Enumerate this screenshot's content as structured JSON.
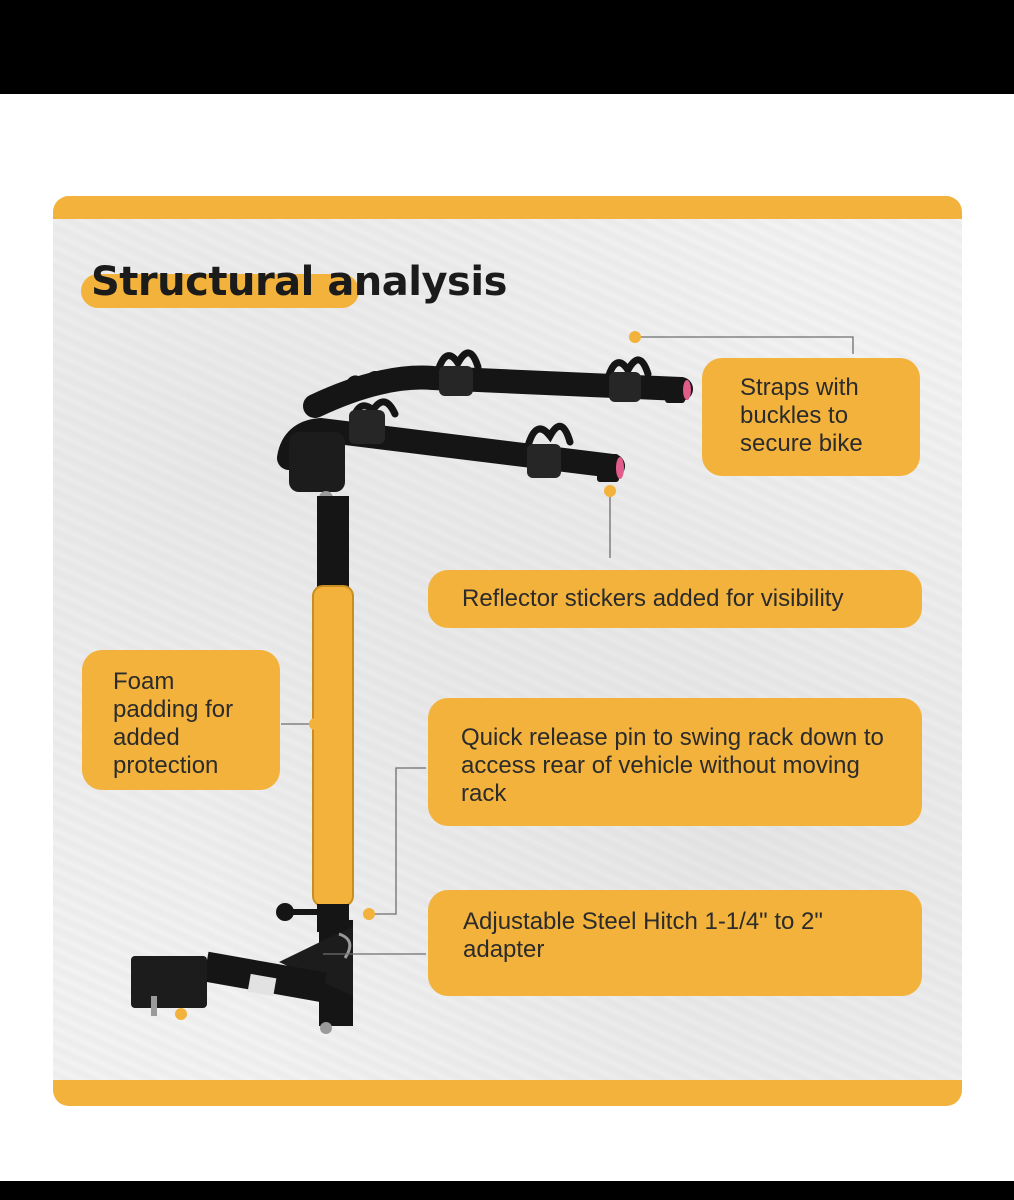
{
  "title": {
    "word1": "Structural",
    "word2": "analysis"
  },
  "callouts": {
    "straps": "Straps with buckles to secure bike",
    "reflector": "Reflector stickers added for visibility",
    "foam": "Foam padding for added protection",
    "pin": "Quick release pin to swing rack down to access rear of vehicle without moving rack",
    "hitch": "Adjustable Steel Hitch 1-1/4\" to 2\" adapter"
  },
  "colors": {
    "accent": "#f2b23c",
    "frame": "#151515",
    "text": "#2b2b2b"
  }
}
